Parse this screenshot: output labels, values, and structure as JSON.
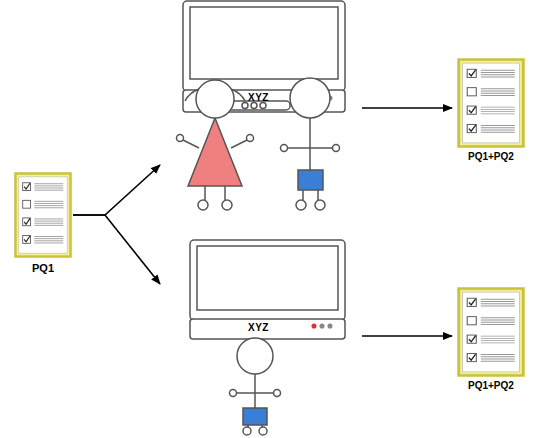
{
  "diagram": {
    "nodes": [
      {
        "text": [
          "PQ1"
        ]
      },
      {
        "text": [
          "XYZ"
        ]
      },
      {
        "text": [
          "XYZ"
        ]
      },
      {
        "text": [
          "PQ1+PQ2"
        ]
      },
      {
        "text": [
          "PQ1+PQ2"
        ]
      }
    ],
    "edges": [
      {
        "from": 0,
        "to": 1,
        "arrow": "to"
      },
      {
        "from": 0,
        "to": 2,
        "arrow": "to"
      },
      {
        "from": 1,
        "to": 3,
        "arrow": "to"
      },
      {
        "from": 2,
        "to": 4,
        "arrow": "to"
      }
    ]
  }
}
